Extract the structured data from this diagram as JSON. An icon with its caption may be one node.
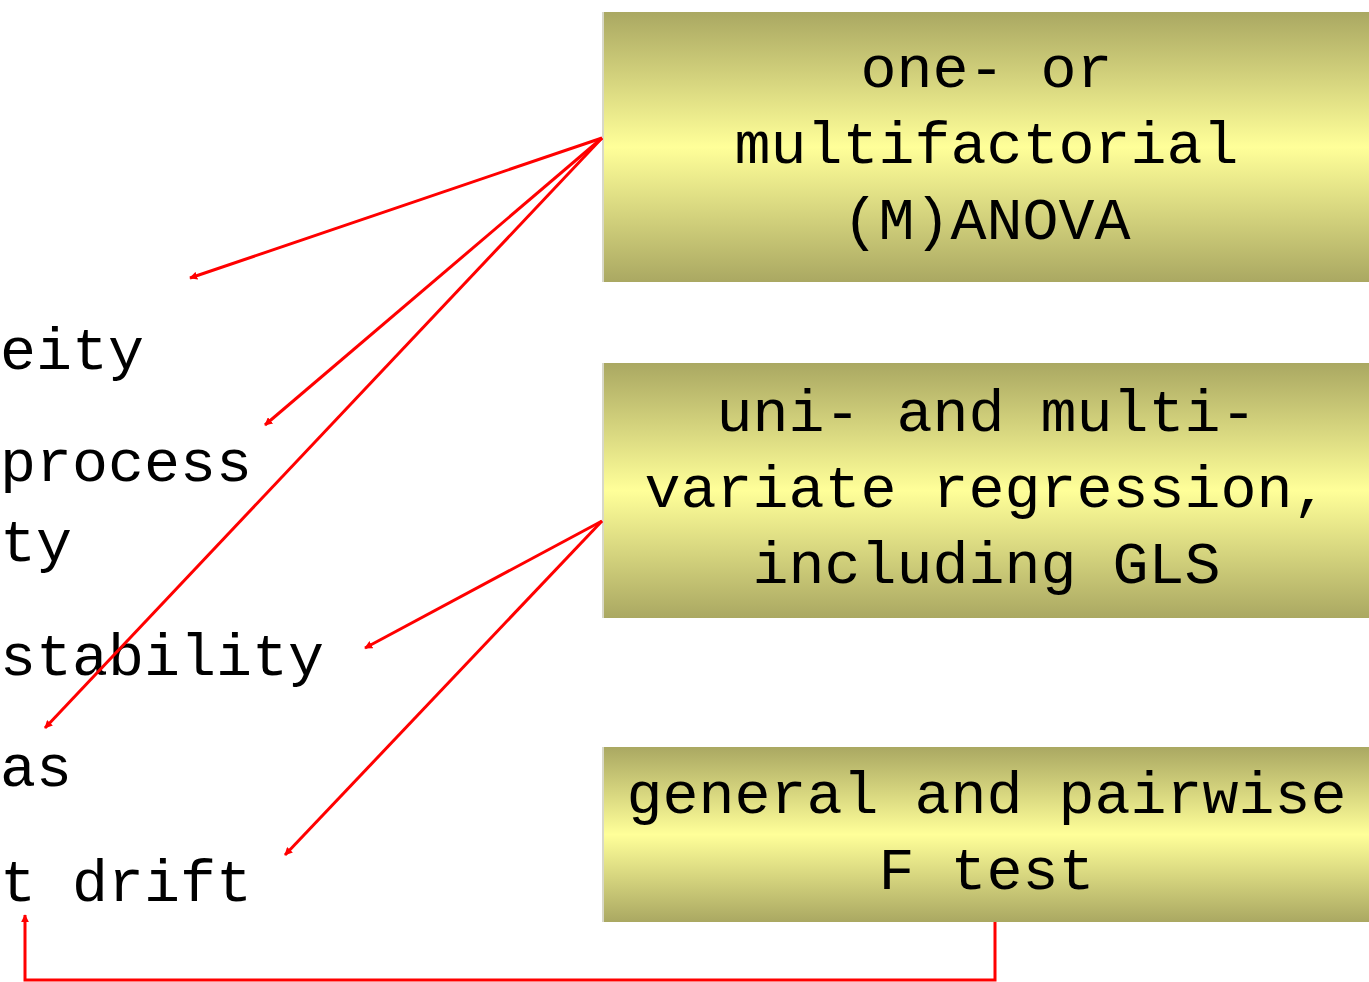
{
  "diagram": {
    "nodes": [
      {
        "text": [
          "one- or multifactorial (M)ANOVA"
        ]
      },
      {
        "text": [
          "uni- and multi- variate regression, including GLS"
        ]
      },
      {
        "text": [
          "general and pairwise F test"
        ]
      },
      {
        "text": [
          "eity"
        ]
      },
      {
        "text": [
          "process ty"
        ]
      },
      {
        "text": [
          "stability"
        ]
      },
      {
        "text": [
          "as"
        ]
      },
      {
        "text": [
          "t drift"
        ]
      }
    ],
    "edges": [
      {
        "from": 0,
        "to": null,
        "arrow": "to"
      },
      {
        "from": 0,
        "to": 4,
        "arrow": "to"
      },
      {
        "from": 0,
        "to": 6,
        "arrow": "to"
      },
      {
        "from": 1,
        "to": 5,
        "arrow": "to"
      },
      {
        "from": 1,
        "to": 7,
        "arrow": "to"
      },
      {
        "from": 2,
        "to": 7,
        "arrow": "to"
      }
    ]
  }
}
